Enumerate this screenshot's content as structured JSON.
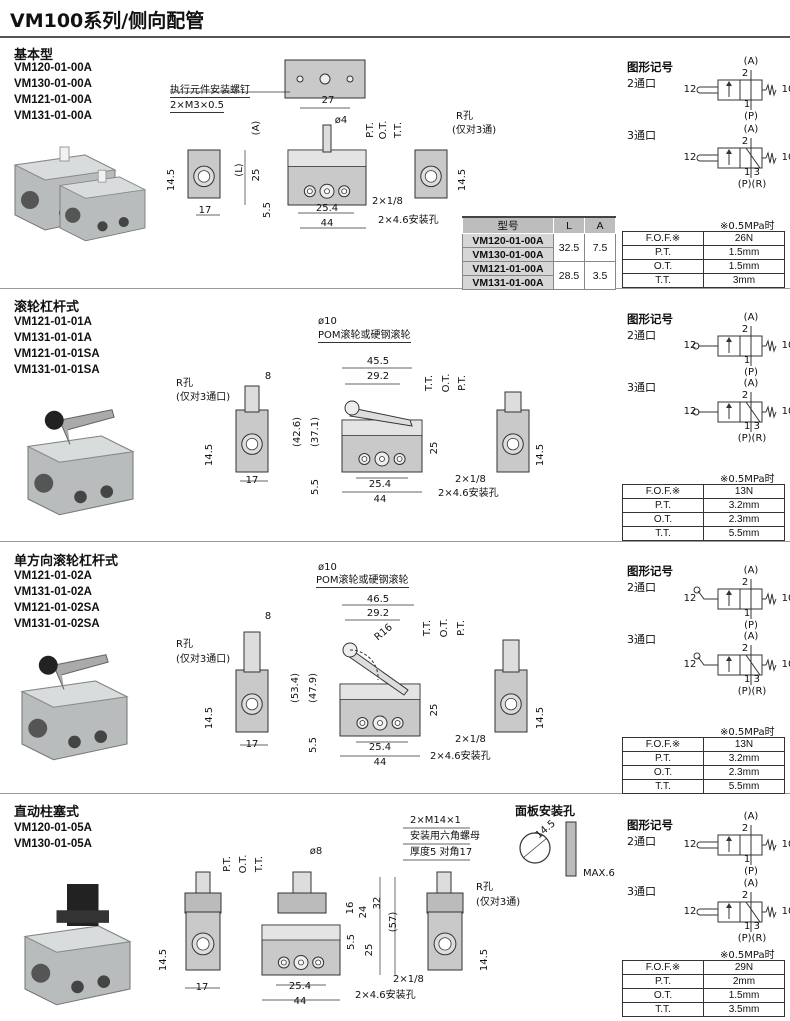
{
  "header": {
    "title": "VM100系列/侧向配管"
  },
  "symbol": {
    "heading": "图形记号",
    "two_port": "2通口",
    "three_port": "3通口",
    "A": "(A)",
    "p2": "2",
    "p12": "12",
    "p10": "10",
    "p1": "1",
    "P": "(P)",
    "p13": "1 3",
    "PR": "(P)(R)"
  },
  "spec_labels": [
    "F.O.F.※",
    "P.T.",
    "O.T.",
    "T.T."
  ],
  "spec_note": "※0.5MPa时",
  "sections": [
    {
      "title": "基本型",
      "models": [
        "VM120-01-00A",
        "VM130-01-00A",
        "VM121-01-00A",
        "VM131-01-00A"
      ],
      "dims": [
        "执行元件安装螺钉",
        "2×M3×0.5",
        "27",
        "(A)",
        "(L)",
        "25",
        "5.5",
        "25.4",
        "44",
        "ø4",
        "P.T.",
        "O.T.",
        "T.T.",
        "17",
        "14.5",
        "14.5",
        "R孔",
        "(仅对3通)",
        "2×1/8",
        "2×4.6安装孔"
      ],
      "la_table": {
        "headers": [
          "型号",
          "L",
          "A"
        ],
        "rows": [
          {
            "models": [
              "VM120-01-00A",
              "VM130-01-00A"
            ],
            "L": "32.5",
            "A": "7.5"
          },
          {
            "models": [
              "VM121-01-00A",
              "VM131-01-00A"
            ],
            "L": "28.5",
            "A": "3.5"
          }
        ]
      },
      "spec": [
        "26N",
        "1.5mm",
        "1.5mm",
        "3mm"
      ]
    },
    {
      "title": "滚轮杠杆式",
      "models": [
        "VM121-01-01A",
        "VM131-01-01A",
        "VM121-01-01SA",
        "VM131-01-01SA"
      ],
      "dims": [
        "ø10",
        "POM滚轮或硬钢滚轮",
        "45.5",
        "29.2",
        "T.T.",
        "O.T.",
        "P.T.",
        "8",
        "R孔",
        "(仅对3通口)",
        "(42.6)",
        "(37.1)",
        "25",
        "14.5",
        "14.5",
        "5.5",
        "25.4",
        "44",
        "17",
        "2×1/8",
        "2×4.6安装孔"
      ],
      "spec": [
        "13N",
        "3.2mm",
        "2.3mm",
        "5.5mm"
      ]
    },
    {
      "title": "单方向滚轮杠杆式",
      "models": [
        "VM121-01-02A",
        "VM131-01-02A",
        "VM121-01-02SA",
        "VM131-01-02SA"
      ],
      "dims": [
        "ø10",
        "POM滚轮或硬钢滚轮",
        "46.5",
        "29.2",
        "R16",
        "T.T.",
        "O.T.",
        "P.T.",
        "8",
        "R孔",
        "(仅对3通口)",
        "(53.4)",
        "(47.9)",
        "25",
        "14.5",
        "14.5",
        "5.5",
        "25.4",
        "44",
        "17",
        "2×1/8",
        "2×4.6安装孔"
      ],
      "spec": [
        "13N",
        "3.2mm",
        "2.3mm",
        "5.5mm"
      ]
    },
    {
      "title": "直动柱塞式",
      "models": [
        "VM120-01-05A",
        "VM130-01-05A"
      ],
      "dims": [
        "P.T.",
        "O.T.",
        "T.T.",
        "ø8",
        "2×M14×1",
        "安装用六角螺母",
        "厚度5 对角17",
        "R孔",
        "(仅对3通)",
        "16",
        "24",
        "32",
        "(57)",
        "5.5",
        "25",
        "14.5",
        "14.5",
        "17",
        "25.4",
        "44",
        "2×1/8",
        "2×4.6安装孔"
      ],
      "panel": {
        "title": "面板安装孔",
        "dia": "14.5",
        "max": "MAX.6"
      },
      "spec": [
        "29N",
        "2mm",
        "1.5mm",
        "3.5mm"
      ]
    }
  ]
}
